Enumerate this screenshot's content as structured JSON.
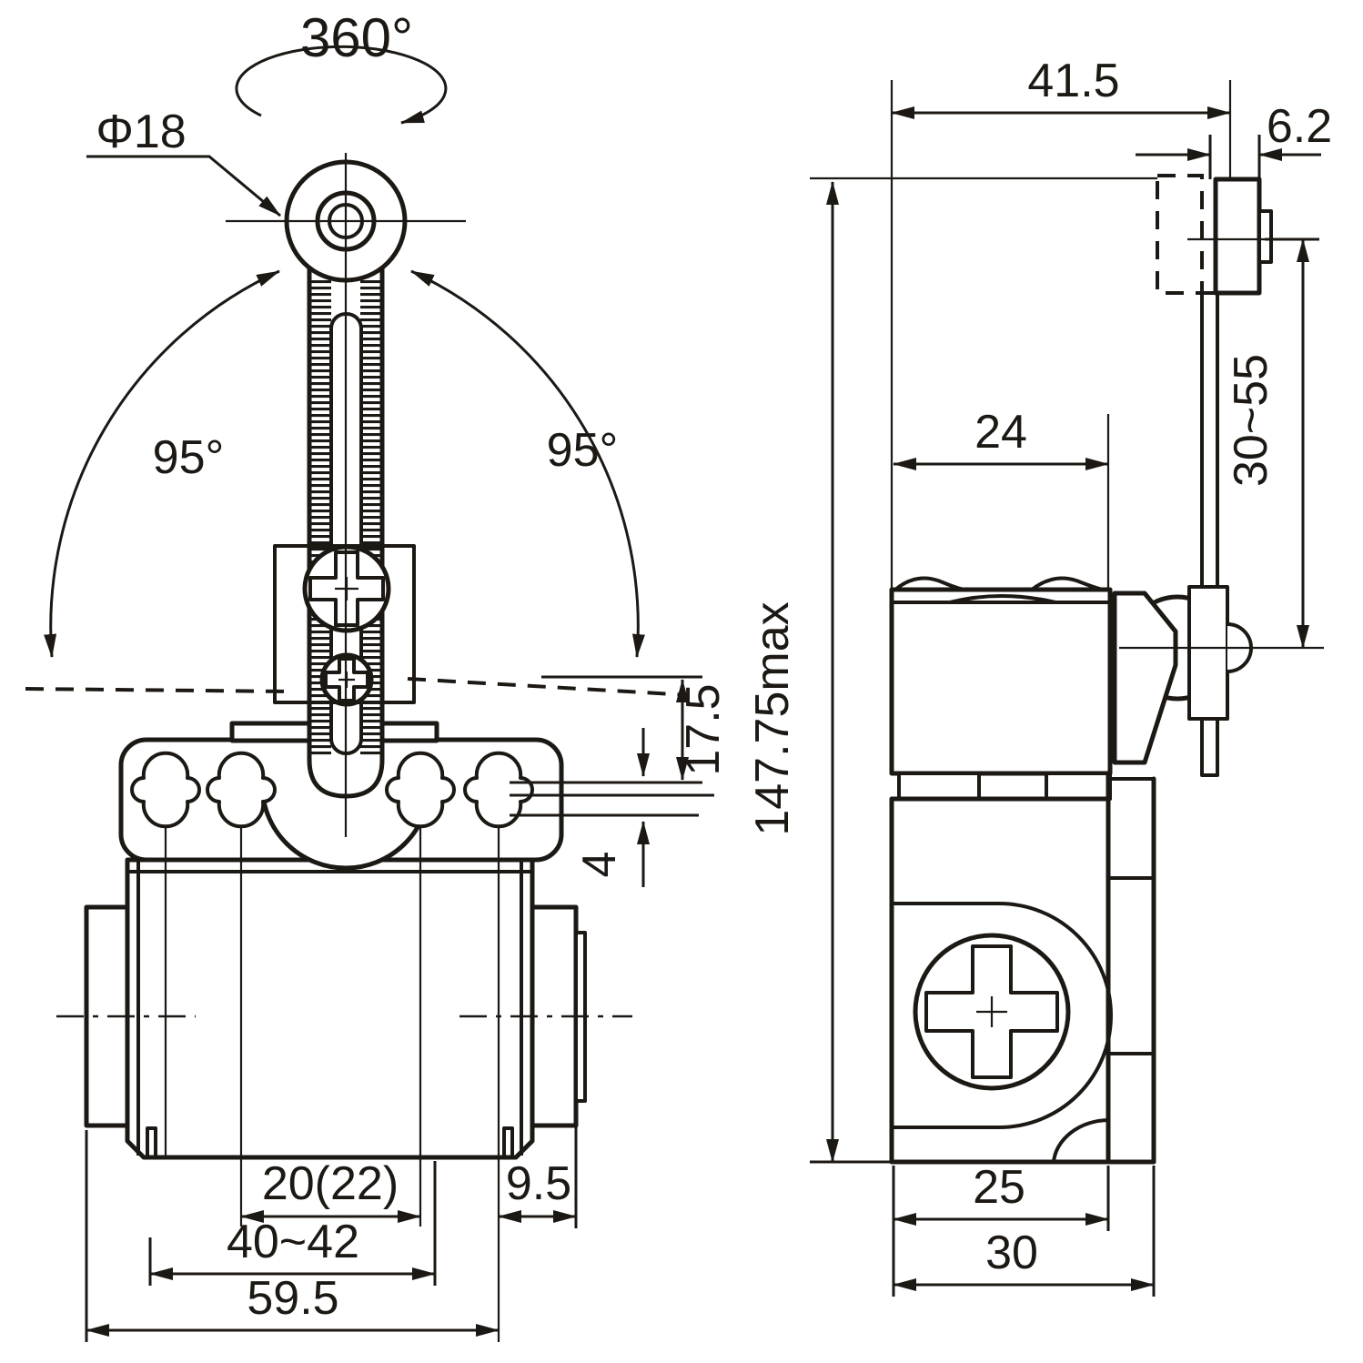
{
  "drawing": {
    "front": {
      "rotation": "360°",
      "roller_dia": "Φ18",
      "swing_left": "95°",
      "swing_right": "95°",
      "dim_17_5": "17.5",
      "dim_4": "4",
      "dim_20_22": "20(22)",
      "dim_40_42": "40~42",
      "dim_59_5": "59.5",
      "dim_9_5": "9.5"
    },
    "side": {
      "dim_41_5": "41.5",
      "dim_6_2": "6.2",
      "dim_24": "24",
      "dim_30_55": "30~55",
      "dim_147_75": "147.75max",
      "dim_25": "25",
      "dim_30": "30"
    }
  }
}
